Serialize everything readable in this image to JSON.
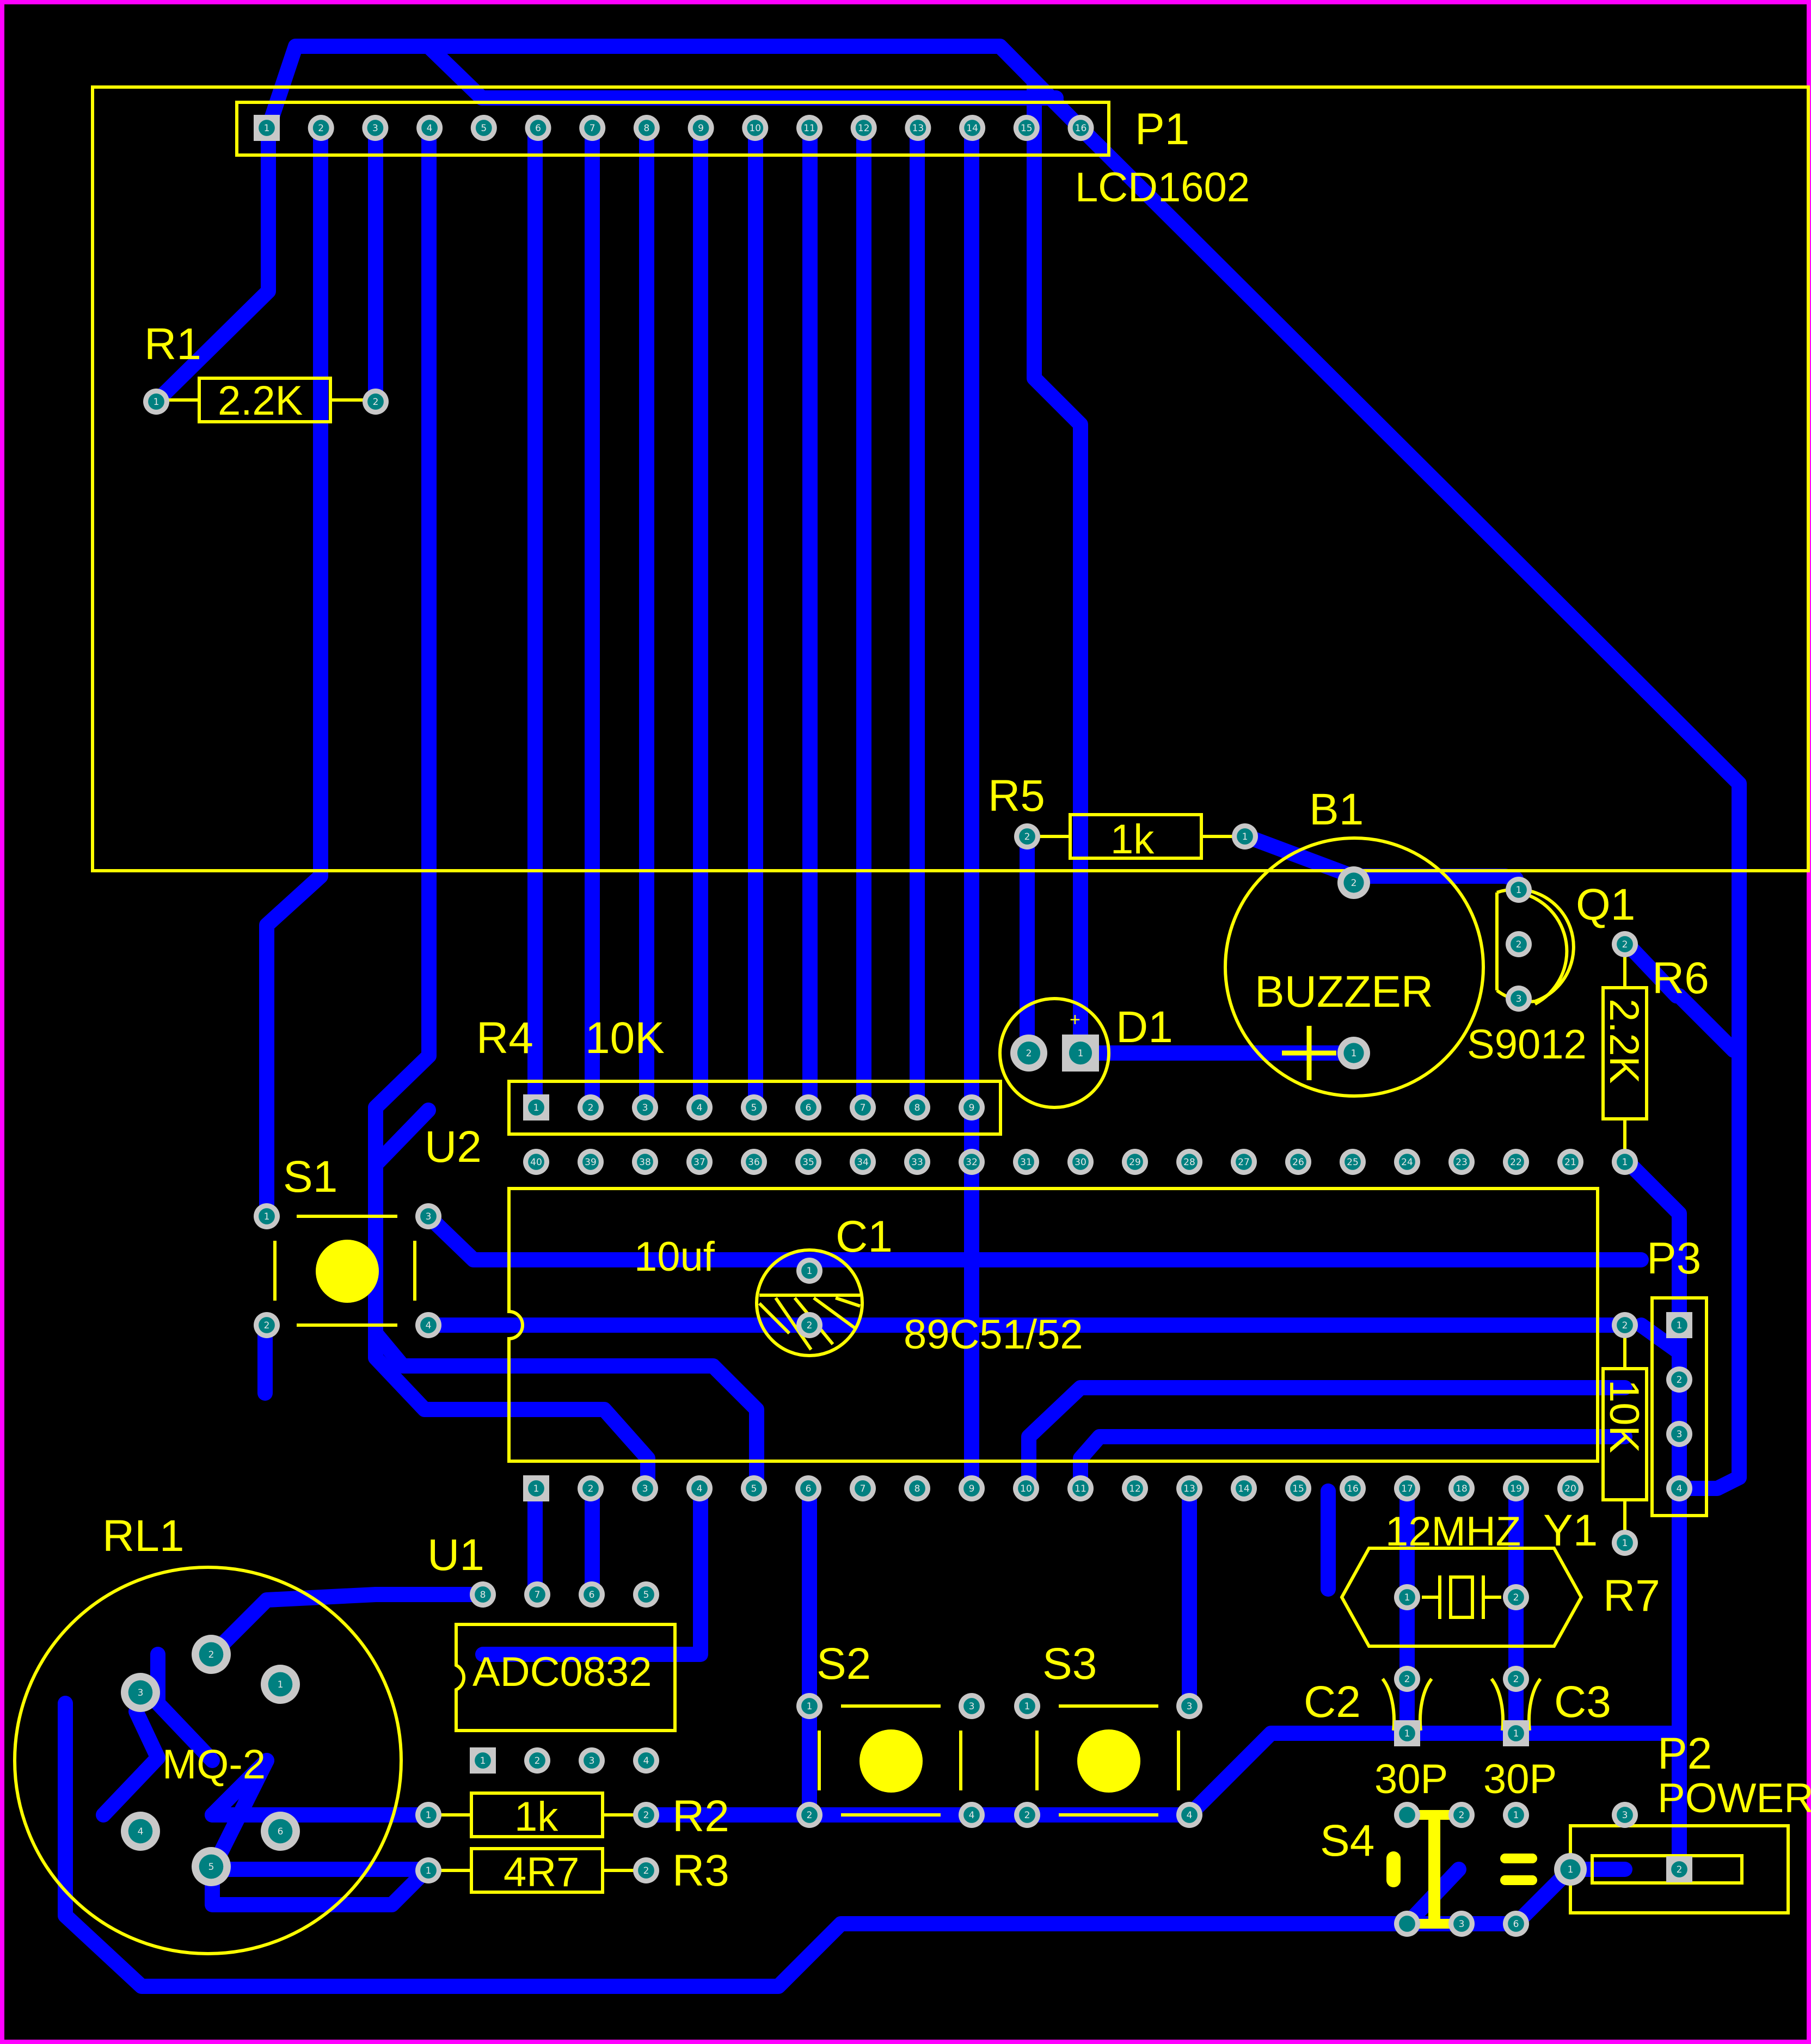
{
  "components": {
    "P1": {
      "ref": "P1",
      "value": "LCD1602",
      "pins": [
        "1",
        "2",
        "3",
        "4",
        "5",
        "6",
        "7",
        "8",
        "9",
        "10",
        "11",
        "12",
        "13",
        "14",
        "15",
        "16"
      ]
    },
    "R1": {
      "ref": "R1",
      "value": "2.2K",
      "pins": [
        "1",
        "2"
      ]
    },
    "R4": {
      "ref": "R4",
      "value": "10K",
      "pins": [
        "1",
        "2",
        "3",
        "4",
        "5",
        "6",
        "7",
        "8",
        "9"
      ]
    },
    "R5": {
      "ref": "R5",
      "value": "1k",
      "pins": [
        "2",
        "1"
      ]
    },
    "B1": {
      "ref": "B1",
      "value": "BUZZER",
      "pins": [
        "2",
        "1"
      ]
    },
    "Q1": {
      "ref": "Q1",
      "value": "S9012",
      "pins": [
        "1",
        "2",
        "3"
      ]
    },
    "R6": {
      "ref": "R6",
      "value": "2.2K",
      "pins": [
        "2",
        "1"
      ]
    },
    "D1": {
      "ref": "D1",
      "polarity": "+",
      "pins": [
        "2",
        "1"
      ]
    },
    "U2": {
      "ref": "U2",
      "value": "89C51/52",
      "top_pins": [
        "40",
        "39",
        "38",
        "37",
        "36",
        "35",
        "34",
        "33",
        "32",
        "31",
        "30",
        "29",
        "28",
        "27",
        "26",
        "25",
        "24",
        "23",
        "22",
        "21"
      ],
      "bottom_pins": [
        "1",
        "2",
        "3",
        "4",
        "5",
        "6",
        "7",
        "8",
        "9",
        "10",
        "11",
        "12",
        "13",
        "14",
        "15",
        "16",
        "17",
        "18",
        "19",
        "20"
      ]
    },
    "S1": {
      "ref": "S1",
      "pins": [
        "1",
        "3",
        "2",
        "4"
      ]
    },
    "C1": {
      "ref": "C1",
      "value": "10uf",
      "pins": [
        "1",
        "2"
      ]
    },
    "P3": {
      "ref": "P3",
      "pins": [
        "1",
        "2",
        "3",
        "4"
      ]
    },
    "R7": {
      "ref": "R7",
      "value": "10K",
      "pins": [
        "2",
        "1"
      ]
    },
    "Y1": {
      "ref": "Y1",
      "value": "12MHZ",
      "pins": [
        "1",
        "2"
      ]
    },
    "RL1": {
      "ref": "RL1",
      "value": "MQ-2",
      "pins": [
        "1",
        "2",
        "3",
        "4",
        "5",
        "6"
      ]
    },
    "U1": {
      "ref": "U1",
      "value": "ADC0832",
      "top_pins": [
        "8",
        "7",
        "6",
        "5"
      ],
      "bottom_pins": [
        "1",
        "2",
        "3",
        "4"
      ]
    },
    "R2": {
      "ref": "R2",
      "value": "1k",
      "pins": [
        "1",
        "2"
      ]
    },
    "R3": {
      "ref": "R3",
      "value": "4R7",
      "pins": [
        "1",
        "2"
      ]
    },
    "S2": {
      "ref": "S2",
      "pins": [
        "1",
        "3",
        "2",
        "4"
      ]
    },
    "S3": {
      "ref": "S3",
      "pins": [
        "1",
        "3",
        "2",
        "4"
      ]
    },
    "C2": {
      "ref": "C2",
      "value": "30P",
      "pins": [
        "2",
        "1"
      ]
    },
    "C3": {
      "ref": "C3",
      "value": "30P",
      "pins": [
        "2",
        "1"
      ]
    },
    "S4": {
      "ref": "S4",
      "pins": [
        "2",
        "1",
        "3",
        "6"
      ]
    },
    "P2": {
      "ref": "P2",
      "value": "POWER",
      "pins": [
        "3",
        "1",
        "2"
      ]
    }
  },
  "colors": {
    "background": "#000000",
    "board_outline": "#ff00ff",
    "copper_trace": "#0000ff",
    "silkscreen": "#ffff00",
    "pad": "#c8c8c8",
    "pad_hole": "#008080"
  }
}
